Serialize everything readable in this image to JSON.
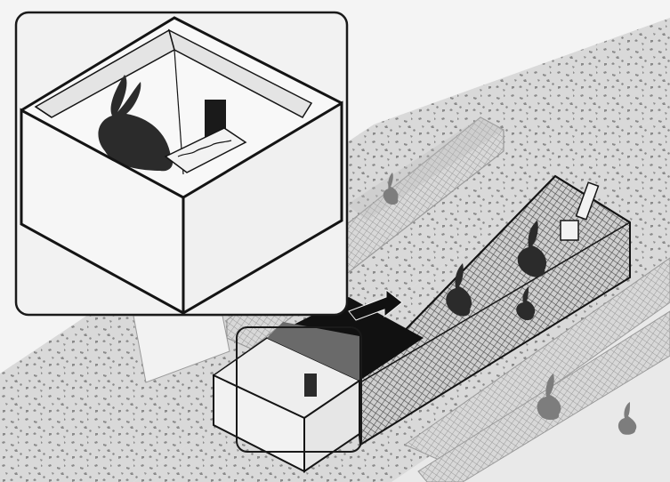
{
  "figure": {
    "description_kind": "isometric illustration",
    "colors": {
      "background": "#f4f4f4",
      "gravel": "#d9d9d9",
      "gravel_speckle": "#8a8a8a",
      "mesh": "#4a4a4a",
      "faded_mesh": "#9a9a9a",
      "outline": "#141414",
      "hutch_wall": "#f2f2f2",
      "hutch_shadow": "#5a5a5a",
      "rabbit_dark": "#2b2b2b",
      "rabbit_faded": "#7d7d7d",
      "arrow": "#111111",
      "inset_frame": "#1a1a1a"
    },
    "elements": [
      {
        "id": "run-back",
        "kind": "mesh-run",
        "emphasis": "faded"
      },
      {
        "id": "run-main",
        "kind": "mesh-run",
        "emphasis": "primary"
      },
      {
        "id": "run-front",
        "kind": "mesh-run",
        "emphasis": "faded"
      },
      {
        "id": "hutch",
        "kind": "nest-box"
      },
      {
        "id": "rabbits-main",
        "kind": "rabbit",
        "count": 3
      },
      {
        "id": "rabbits-back",
        "kind": "rabbit",
        "count": 1
      },
      {
        "id": "rabbits-front",
        "kind": "rabbit",
        "count": 2
      },
      {
        "id": "water-bottle",
        "kind": "drinker"
      },
      {
        "id": "exit-arrow",
        "kind": "arrow",
        "direction": "hutch-to-run"
      },
      {
        "id": "zoom-inset",
        "kind": "magnified-view",
        "contents": [
          "rabbit",
          "feed-tray",
          "doorway"
        ]
      }
    ]
  }
}
